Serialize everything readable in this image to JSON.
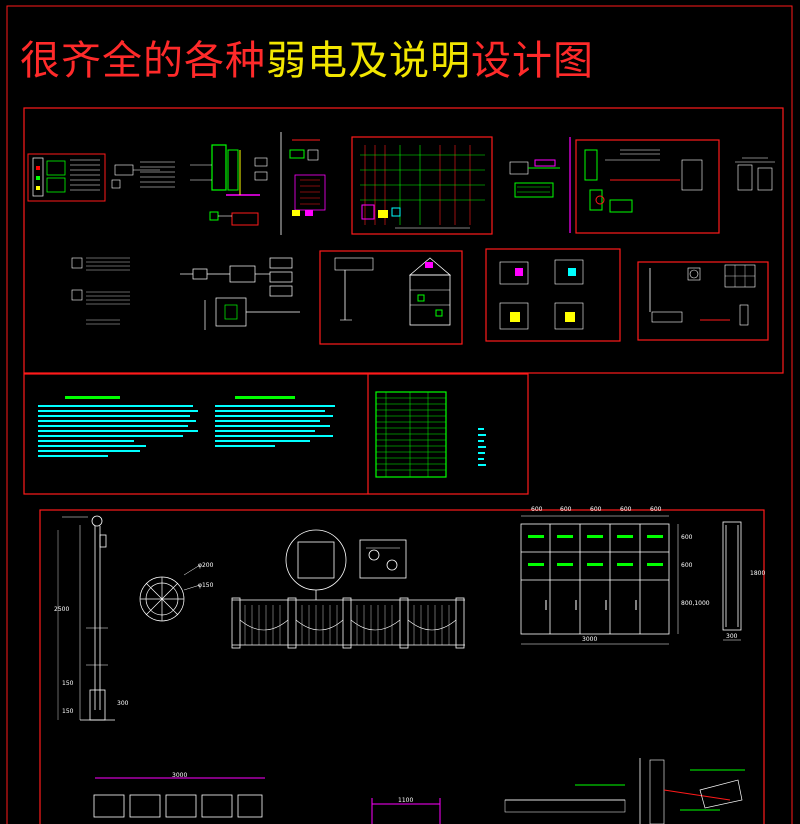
{
  "title": {
    "part1": "很齐全的各种",
    "part2": "弱电及说明",
    "part3": "设计图"
  },
  "colors": {
    "background": "#000000",
    "title_red": "#ff2a2a",
    "title_yellow": "#f2e600",
    "frame_red": "#ff0000",
    "green": "#00ff00",
    "magenta": "#ff00ff",
    "white": "#ffffff",
    "cyan": "#00ffff"
  },
  "dimensions": {
    "pole_height": "2500",
    "pole_mid": "150",
    "pole_base": "150",
    "pole_foot": "300",
    "circle_dia": "φ200",
    "circle_inner": "φ150",
    "cabinet_col_width": "600",
    "cabinet_total_width": "3000",
    "cabinet_row_height_1": "600",
    "cabinet_row_height_2": "600",
    "cabinet_lower_height": "800,1000",
    "side_width": "300",
    "side_height": "1800",
    "bottom_dim_1": "3000",
    "bottom_dim_2": "1100"
  }
}
